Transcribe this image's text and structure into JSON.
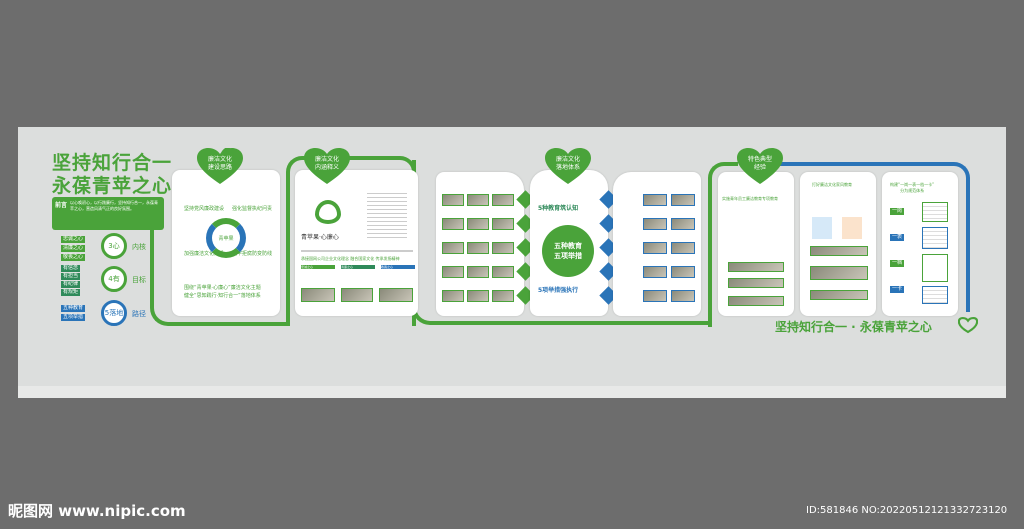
{
  "main_title": [
    "坚持知行合一",
    "永葆青苹之心"
  ],
  "intro": {
    "label": "前言",
    "text": "以心唤初心，以行践廉行，坚持知行合一，永葆青苹之心，营造风清气正的良好氛围。"
  },
  "rings": [
    {
      "label": "3心",
      "target": "内核",
      "tags": [
        "忠诚之心",
        "清廉之心",
        "敬畏之心"
      ],
      "color": "#4aa33a"
    },
    {
      "label": "4有",
      "target": "目标",
      "tags": [
        "有信念",
        "有担当",
        "有纪律",
        "有规矩"
      ],
      "color": "#2f8a5a"
    },
    {
      "label": "5落地",
      "target": "路径",
      "tags": [
        "五种教育",
        "五项举措"
      ],
      "color": "#2a74b8"
    }
  ],
  "panels": {
    "p1": {
      "heart": "廉洁文化\n建设思路",
      "items": [
        "坚持党风廉政建设",
        "强化监督执纪问责",
        "加强廉洁文化建设",
        "筑牢拒腐防变防线"
      ],
      "center": "青苹果",
      "caption": [
        "围绕“青苹果·心廉心”廉洁文化主题",
        "健全“思知践行·知行合一”落地体系"
      ]
    },
    "p2": {
      "heart": "廉洁文化\n内涵释义",
      "logo_text": "青苹果·心廉心",
      "headline": "承接国网公司企业文化理念  融合国家文化  传承发扬精神",
      "bars": [
        "忠诚之心",
        "清廉之心",
        "敬畏之心"
      ]
    },
    "p4": {
      "heart": "廉洁文化\n落地体系",
      "top": "5种教育筑认知",
      "center": [
        "五种教育",
        "五项举措"
      ],
      "bottom": "5项举措强执行"
    },
    "p6": {
      "heart": "特色典型\n经验",
      "subtitle": "实施青年员工廉洁教育专项教育"
    },
    "p7": {
      "subtitle": "打好廉洁文化家风教育"
    },
    "p8": {
      "subtitle": "构建“一岗一表一档一卡”\n分为规范体系",
      "tags": [
        "一岗",
        "一表",
        "一档",
        "一卡"
      ]
    }
  },
  "slogan": "坚持知行合一 · 永葆青苹之心",
  "footer": {
    "site": "昵图网 www.nipic.com",
    "id": "ID:581846 NO:20220512121332723120"
  },
  "colors": {
    "green": "#4aa33a",
    "blue": "#2a74b8",
    "wall": "#dcdedd",
    "bg": "#6d6d6d"
  }
}
